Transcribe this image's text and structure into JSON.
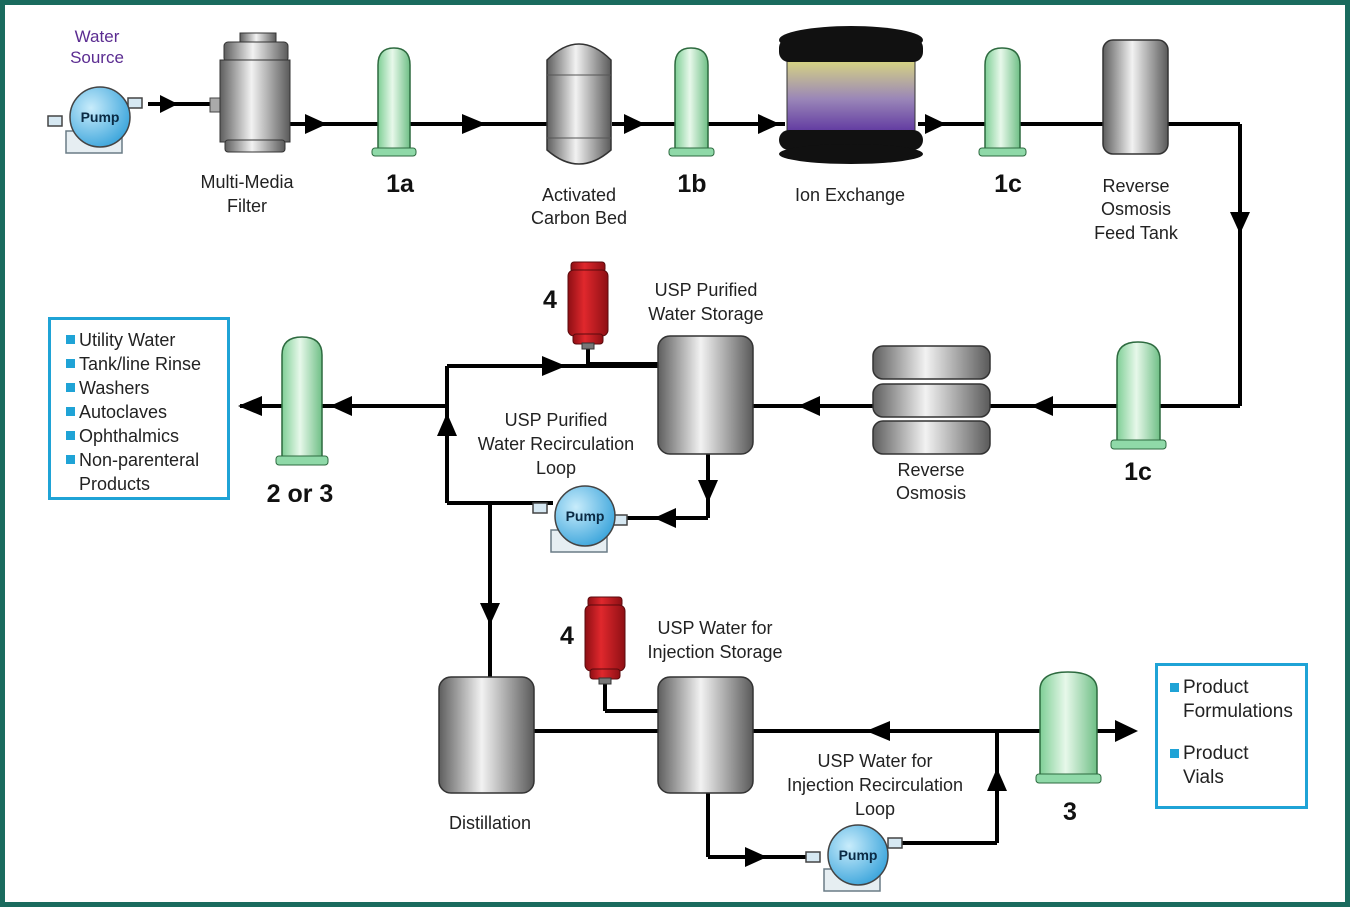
{
  "colors": {
    "border": "#1a6b5e",
    "pipe": "#000000",
    "cartridge": "#8fd9a8",
    "filter_red": "#c4161c",
    "pump": "#4ab3e6",
    "tank_grey": "#8c8c8c",
    "ion_top": "#d8d86a",
    "ion_bottom": "#5a2ca0",
    "bullet": "#1fa3d6",
    "water_source": "#5b2c91"
  },
  "labels": {
    "water_source_1": "Water",
    "water_source_2": "Source",
    "pump": "Pump",
    "mm_filter_1": "Multi-Media",
    "mm_filter_2": "Filter",
    "c1a": "1a",
    "carbon_1": "Activated",
    "carbon_2": "Carbon Bed",
    "c1b": "1b",
    "ion_exchange": "Ion Exchange",
    "c1c_top": "1c",
    "ro_tank_1": "Reverse",
    "ro_tank_2": "Osmosis",
    "ro_tank_3": "Feed Tank",
    "c1c_mid": "1c",
    "ro_1": "Reverse",
    "ro_2": "Osmosis",
    "pw_storage_1": "USP Purified",
    "pw_storage_2": "Water Storage",
    "pw_loop_1": "USP Purified",
    "pw_loop_2": "Water Recirculation",
    "pw_loop_3": "Loop",
    "vent4_top": "4",
    "c2or3": "2 or 3",
    "distillation": "Distillation",
    "vent4_bottom": "4",
    "wfi_storage_1": "USP Water for",
    "wfi_storage_2": "Injection Storage",
    "wfi_loop_1": "USP Water for",
    "wfi_loop_2": "Injection Recirculation",
    "wfi_loop_3": "Loop",
    "c3": "3"
  },
  "uses_purified": [
    "Utility Water",
    "Tank/line Rinse",
    "Washers",
    "Autoclaves",
    "Ophthalmics",
    "Non-parenteral",
    "Products"
  ],
  "uses_wfi": [
    "Product",
    "Formulations",
    "Product",
    "Vials"
  ]
}
